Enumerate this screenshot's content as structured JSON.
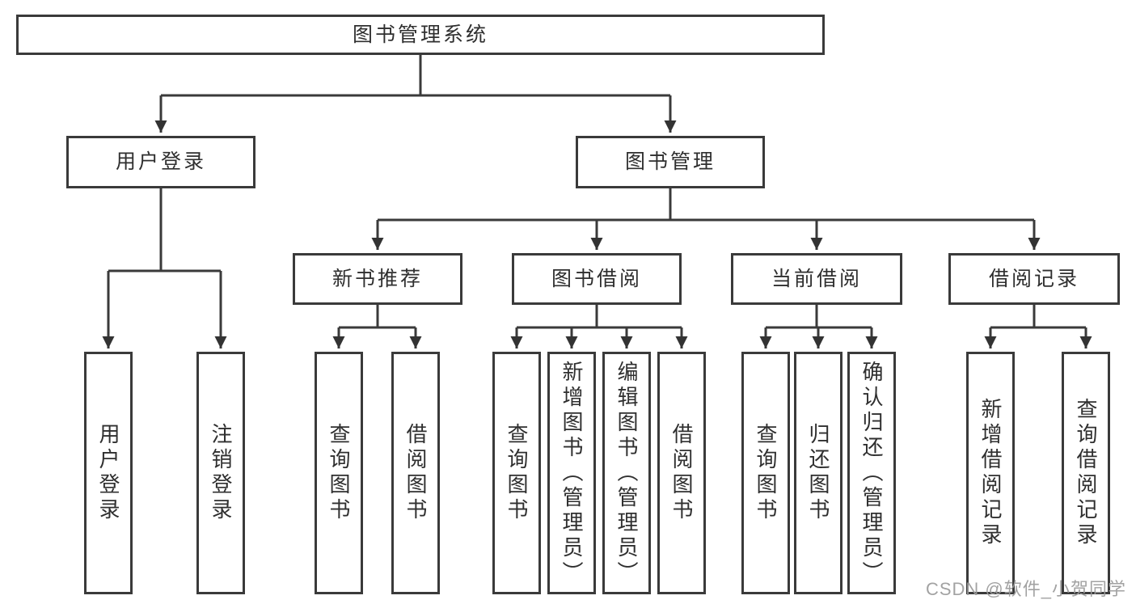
{
  "diagram_type": "org-tree",
  "tree": {
    "root": "图书管理系统",
    "branches": [
      {
        "label": "用户登录",
        "leaves": [
          "用户登录",
          "注销登录"
        ]
      },
      {
        "label": "图书管理",
        "sections": [
          {
            "label": "新书推荐",
            "leaves": [
              "查询图书",
              "借阅图书"
            ]
          },
          {
            "label": "图书借阅",
            "leaves": [
              "查询图书",
              "新增图书（管理员）",
              "编辑图书（管理员）",
              "借阅图书"
            ]
          },
          {
            "label": "当前借阅",
            "leaves": [
              "查询图书",
              "归还图书",
              "确认归还（管理员）"
            ]
          },
          {
            "label": "借阅记录",
            "leaves": [
              "新增借阅记录",
              "查询借阅记录"
            ]
          }
        ]
      }
    ]
  },
  "watermark": {
    "text": "CSDN @软件_小贺同学"
  },
  "colors": {
    "background": "#ffffff",
    "box_border": "#3a3a3a",
    "connector_line": "#3a3a3a",
    "text": "#2f2f2f",
    "watermark": "#9b9b9b"
  }
}
